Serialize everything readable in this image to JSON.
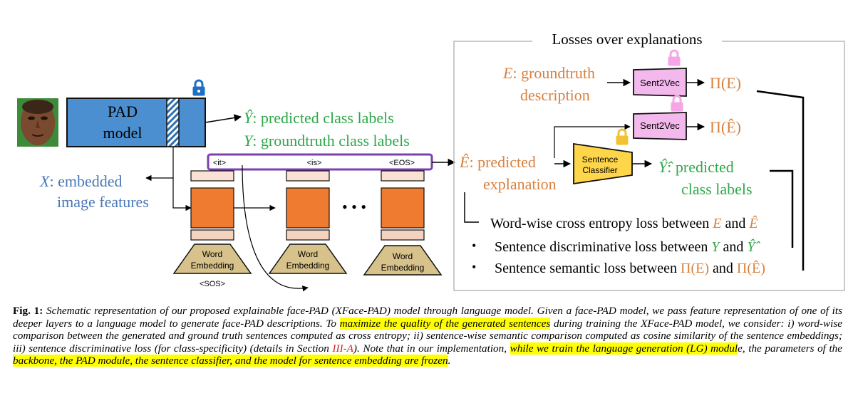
{
  "colors": {
    "green": "#2ea84a",
    "orange_text": "#d9803e",
    "blue_text": "#4a78b6",
    "pad_box": "#4b8fd1",
    "word_block": "#ee7b2f",
    "embedding_fill": "#d8c28b",
    "classifier_fill": "#ffd54a",
    "sent2vec_fill": "#f3b8ec",
    "token_bar": "#7b3fb0",
    "lock_blue": "#1f6fc4",
    "lock_gold": "#f2c232",
    "lock_pink": "#f6a6e6",
    "highlight": "#ffff00",
    "ref_red": "#d42020"
  },
  "icons": [
    "face-photo",
    "lock-icon",
    "ellipsis-icon"
  ],
  "pad_model": {
    "line1": "PAD",
    "line2": "model"
  },
  "predicted_labels": {
    "symbol": "Ŷ",
    "text": ": predicted class labels"
  },
  "groundtruth_labels": {
    "symbol": "Y",
    "text": ": groundtruth class labels"
  },
  "embedded_features": {
    "symbol": "X",
    "text": ": embedded",
    "line2": "image features"
  },
  "tokens": {
    "t1": "<it>",
    "t2": "<is>",
    "t3": "<EOS>",
    "sos": "<SOS>"
  },
  "word_embedding": {
    "line1": "Word",
    "line2": "Embedding"
  },
  "ellipsis": "• • •",
  "losses": {
    "title": "Losses over explanations",
    "gt_desc": {
      "symbol": "E",
      "text": ": groundtruth",
      "line2": "description"
    },
    "pred_expl": {
      "symbol": "Ê",
      "text": ": predicted",
      "line2": "explanation"
    },
    "sent2vec": "Sent2Vec",
    "pi_e": "Π(E)",
    "pi_ehat": "Π(Ê)",
    "classifier": {
      "line1": "Sentence",
      "line2": "Classifier"
    },
    "pred_class": {
      "symbol": "Ŷ̂",
      "text": ": predicted",
      "line2": "class labels"
    },
    "bullet": "•",
    "loss1": {
      "text": "Word-wise cross entropy loss between ",
      "a": "E",
      "and": " and ",
      "b": "Ê"
    },
    "loss2": {
      "text": "Sentence discriminative loss between ",
      "a": "Y",
      "and": " and ",
      "b": "Ŷ̂"
    },
    "loss3": {
      "text": "Sentence semantic loss between ",
      "a": "Π(E)",
      "and": " and ",
      "b": "Π(Ê)"
    }
  },
  "caption": {
    "label": "Fig. 1:",
    "p1": " Schematic representation of our proposed explainable face-PAD (XFace-PAD) model through language model. Given a face-PAD model, we pass feature representation of one of its deeper layers to a language model to generate face-PAD descriptions. To ",
    "h1": "maximize the quality of the generated sentences",
    "p2": " during training the XFace-PAD model, we consider: i) word-wise comparison between the generated and ground truth sentences computed as cross entropy; ii) sentence-wise semantic comparison computed as cosine similarity of the sentence embeddings; iii) sentence discriminative loss (for class-specificity) (details in Section ",
    "ref": "III-A",
    "p3": "). Note that in our implementation, ",
    "h2": "while we train the language generation (LG) modul",
    "p4": "e, the parameters of the ",
    "h3": "backbone, the PAD module, the sentence classifier, and the model for sentence embedding are frozen",
    "p5": "."
  }
}
